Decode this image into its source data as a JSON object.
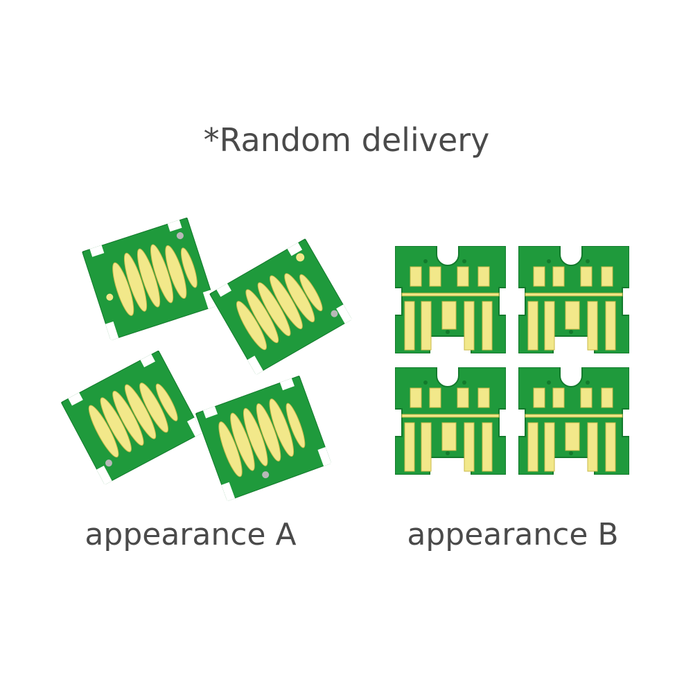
{
  "title": "*Random delivery",
  "captions": {
    "a": "appearance A",
    "b": "appearance B"
  },
  "colors": {
    "pcb_green": "#1f9a3c",
    "pcb_edge": "#137a2c",
    "contact_gold": "#f2e88a",
    "contact_outline": "#c9b94a",
    "text": "#4a4a4a"
  },
  "icons": {
    "chip_a": "chip-a-icon",
    "chip_b": "chip-b-icon"
  }
}
